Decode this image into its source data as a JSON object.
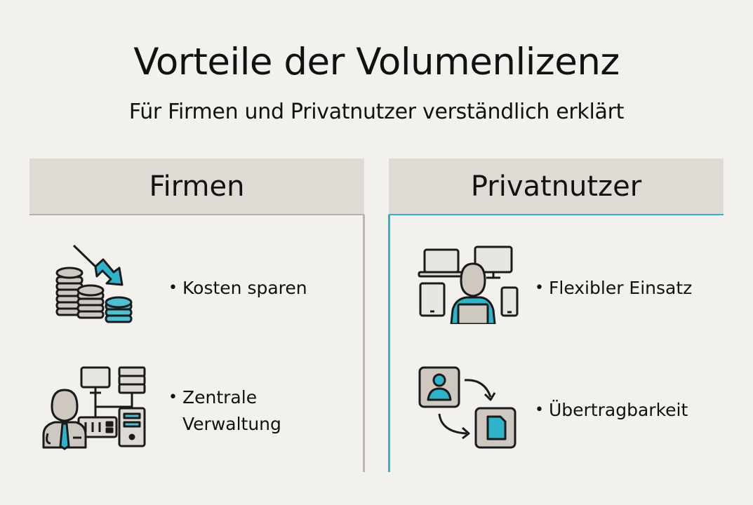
{
  "header": {
    "title": "Vorteile der Volumenlizenz",
    "subtitle": "Für Firmen und Privatnutzer verständlich erklärt"
  },
  "colors": {
    "background": "#f2f1ee",
    "header_fill": "#e0dad4",
    "accent_teal": "#2fb3c8",
    "icon_gray": "#cfc8c0",
    "left_divider": "#bdb6af"
  },
  "columns": [
    {
      "heading": "Firmen",
      "items": [
        {
          "icon": "coins-decreasing-icon",
          "bullet": "•",
          "lines": [
            "Kosten sparen"
          ]
        },
        {
          "icon": "admin-network-icon",
          "bullet": "•",
          "lines": [
            "Zentrale",
            "Verwaltung"
          ]
        }
      ]
    },
    {
      "heading": "Privatnutzer",
      "items": [
        {
          "icon": "user-multi-device-icon",
          "bullet": "•",
          "lines": [
            "Flexibler Einsatz"
          ]
        },
        {
          "icon": "license-transfer-icon",
          "bullet": "•",
          "lines": [
            "Übertragbarkeit"
          ]
        }
      ]
    }
  ]
}
